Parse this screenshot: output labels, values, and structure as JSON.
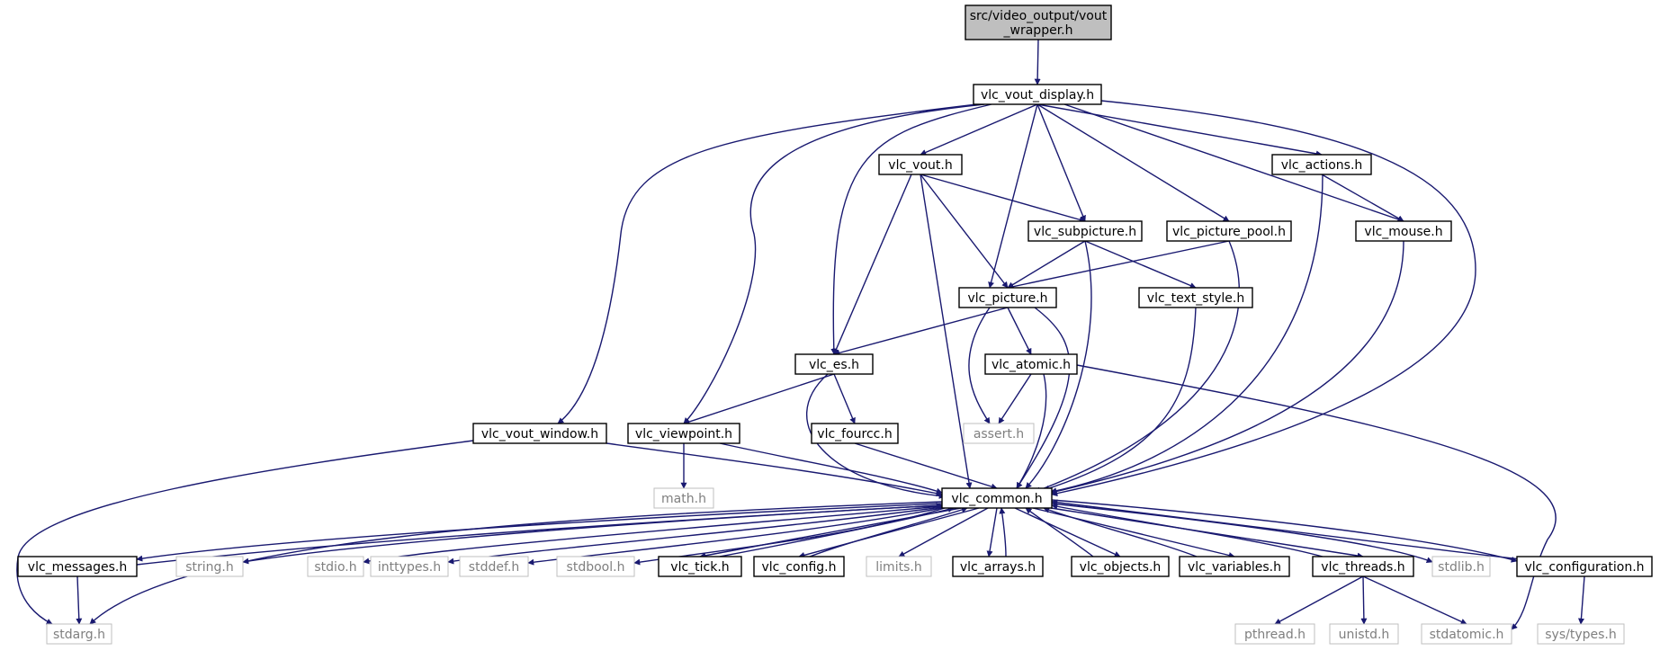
{
  "graph": {
    "colors": {
      "edge": "#191970",
      "root_fill": "#bfbfbf",
      "header_border": "#000000",
      "system_border": "#bfbfbf",
      "system_text": "#7f7f7f",
      "text": "#000000"
    },
    "nodes": {
      "root": "src/video_output/vout\n_wrapper.h",
      "vlc_vout_display": "vlc_vout_display.h",
      "vlc_vout": "vlc_vout.h",
      "vlc_actions": "vlc_actions.h",
      "vlc_subpicture": "vlc_subpicture.h",
      "vlc_picture_pool": "vlc_picture_pool.h",
      "vlc_mouse": "vlc_mouse.h",
      "vlc_picture": "vlc_picture.h",
      "vlc_text_style": "vlc_text_style.h",
      "vlc_es": "vlc_es.h",
      "vlc_atomic": "vlc_atomic.h",
      "vlc_vout_window": "vlc_vout_window.h",
      "vlc_viewpoint": "vlc_viewpoint.h",
      "vlc_fourcc": "vlc_fourcc.h",
      "assert": "assert.h",
      "math": "math.h",
      "vlc_common": "vlc_common.h",
      "vlc_messages": "vlc_messages.h",
      "string": "string.h",
      "stdio": "stdio.h",
      "inttypes": "inttypes.h",
      "stddef": "stddef.h",
      "stdbool": "stdbool.h",
      "vlc_tick": "vlc_tick.h",
      "vlc_config": "vlc_config.h",
      "limits": "limits.h",
      "vlc_arrays": "vlc_arrays.h",
      "vlc_objects": "vlc_objects.h",
      "vlc_variables": "vlc_variables.h",
      "vlc_threads": "vlc_threads.h",
      "stdlib": "stdlib.h",
      "vlc_configuration": "vlc_configuration.h",
      "stdarg": "stdarg.h",
      "pthread": "pthread.h",
      "unistd": "unistd.h",
      "stdatomic": "stdatomic.h",
      "sys_types": "sys/types.h"
    }
  }
}
